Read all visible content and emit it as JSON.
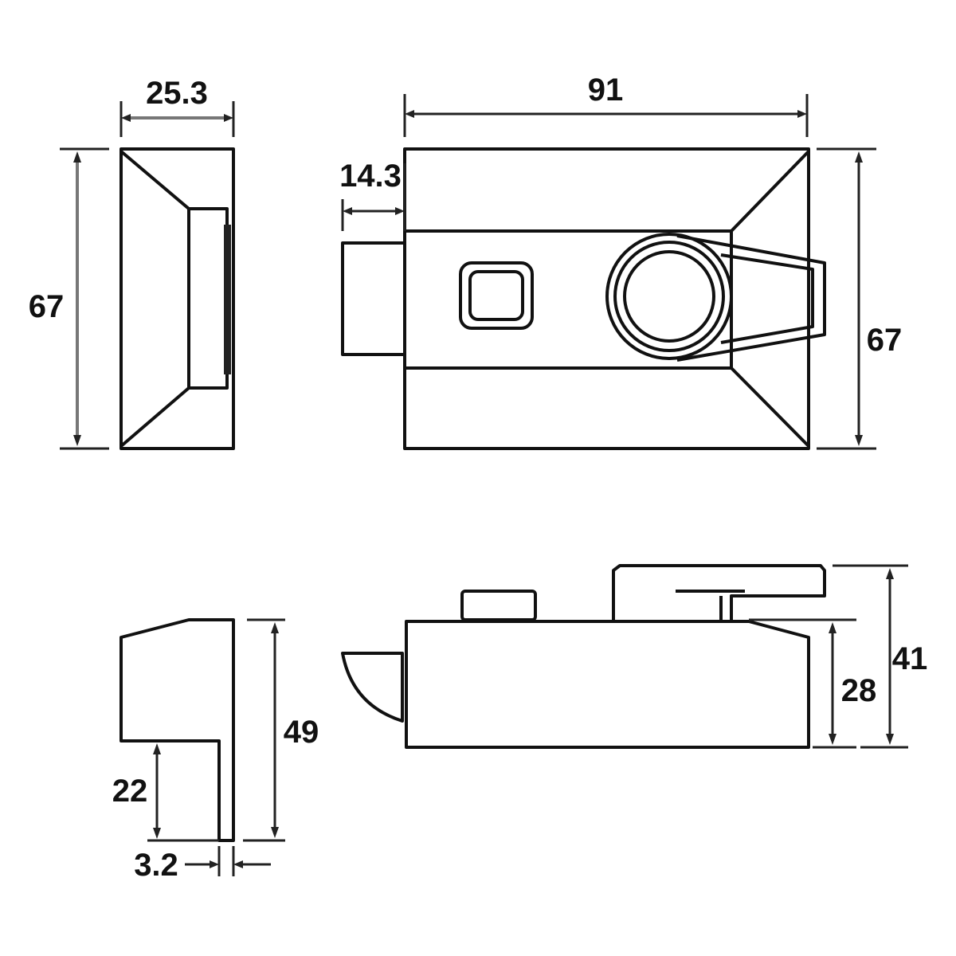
{
  "drawing": {
    "front_view": {
      "width_label": "25.3",
      "height_label": "67"
    },
    "top_view": {
      "width_label": "91",
      "bolt_label": "14.3",
      "height_label": "67"
    },
    "side_view": {
      "height_label": "49",
      "lip_label": "22",
      "thickness_label": "3.2"
    },
    "end_view": {
      "body_label": "28",
      "total_label": "41"
    }
  }
}
